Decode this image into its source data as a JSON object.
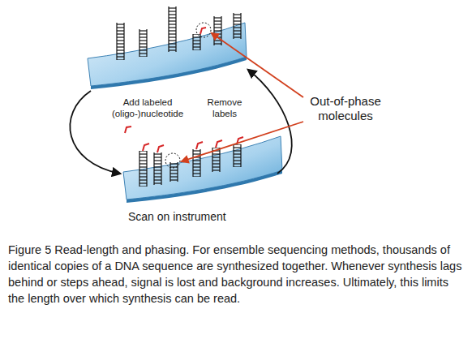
{
  "diagram": {
    "caption": "Figure 5 Read-length and phasing. For ensemble sequencing methods, thousands of identical copies of a DNA sequence are synthesized together. Whenever synthesis lags behind or steps ahead, signal is lost and background increases. Ultimately, this limits the length over which synthesis can be read.",
    "labels": [
      "Add labeled (oligo-)nucleotide",
      "Remove labels",
      "Out-of-phase molecules",
      "Scan on instrument"
    ]
  }
}
